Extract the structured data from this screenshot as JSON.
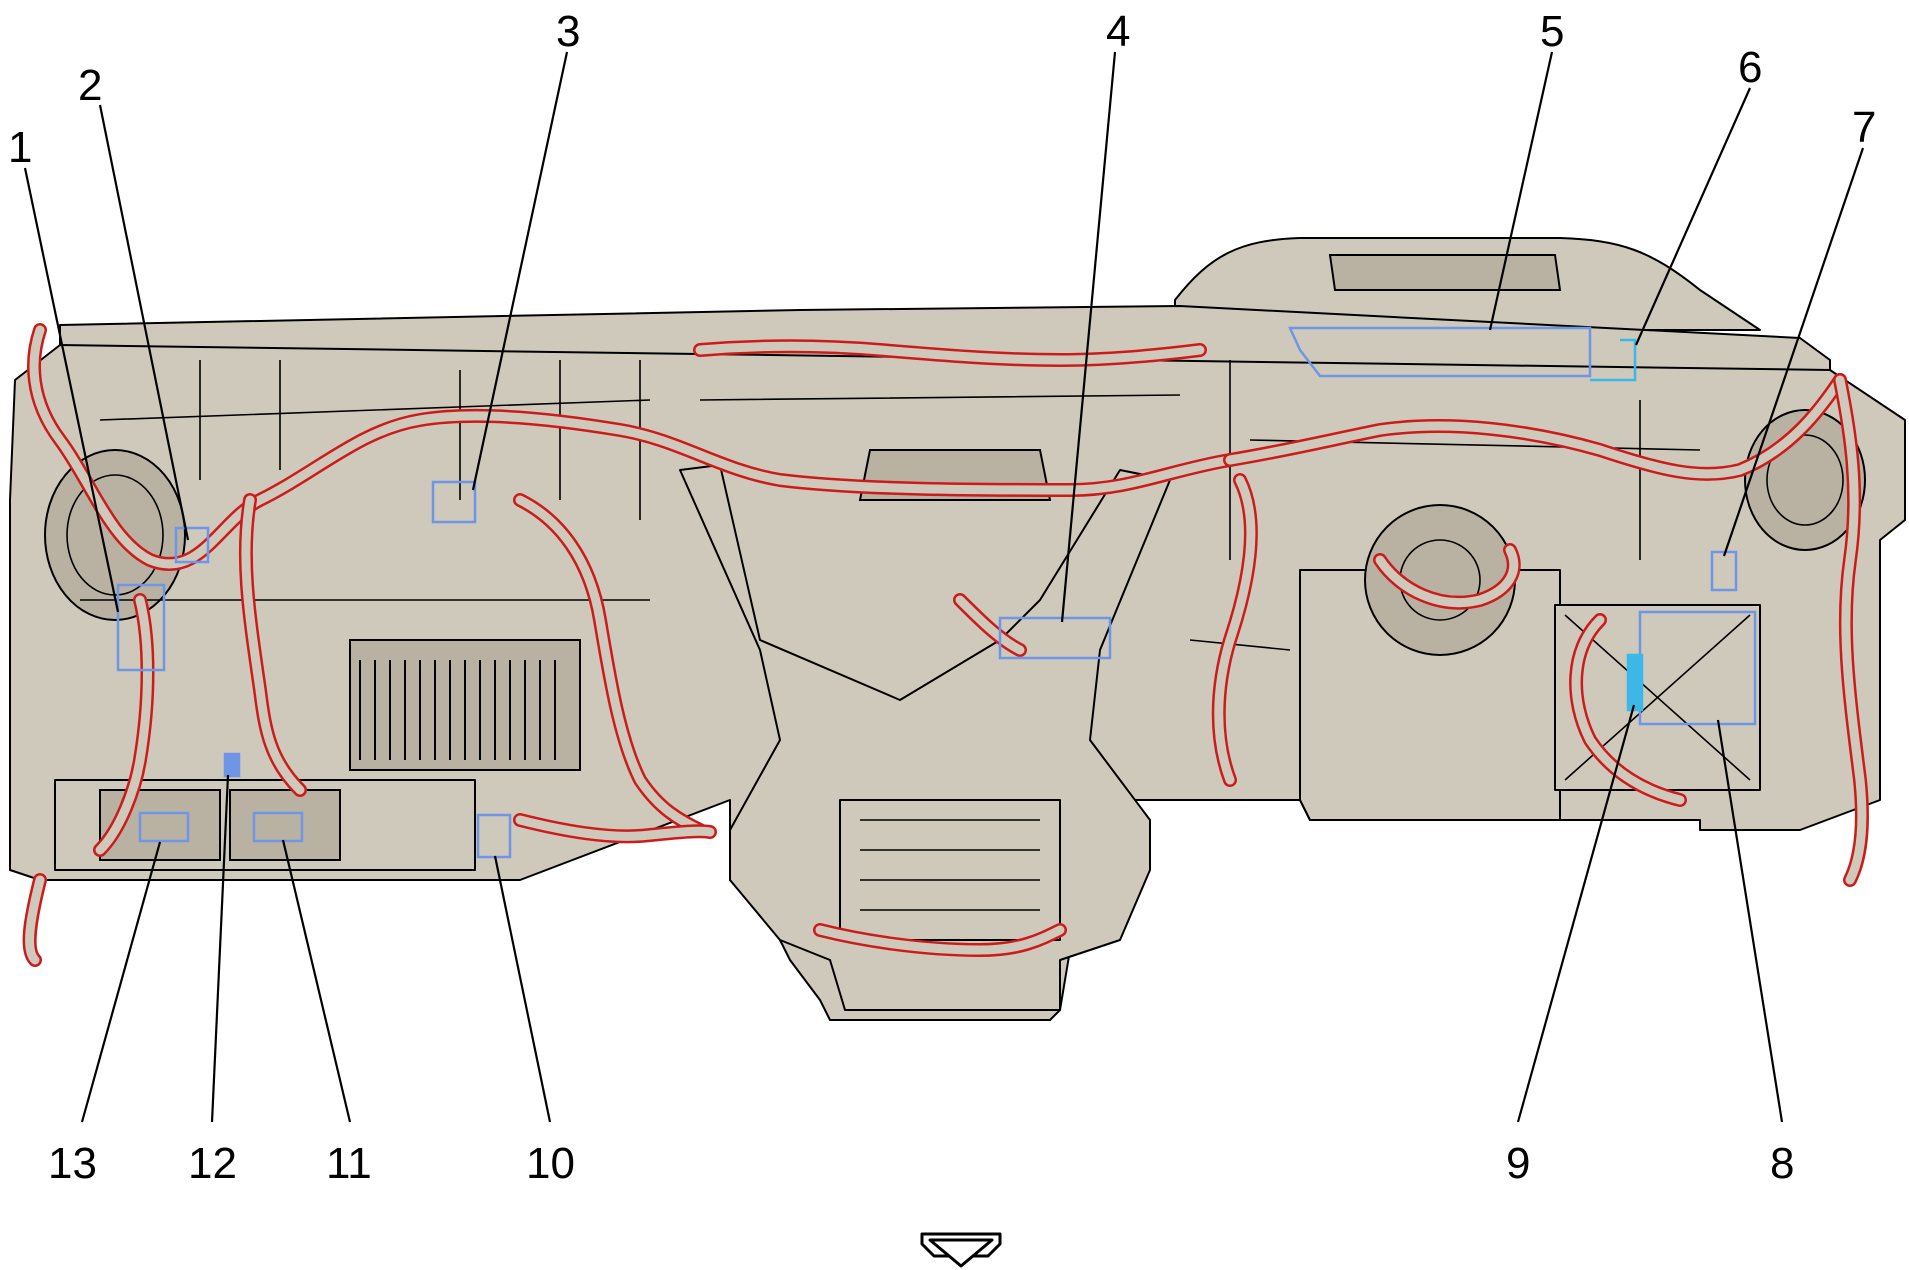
{
  "colors": {
    "harness": "#cc1b1b",
    "harness_inner": "#cfc9bb",
    "module_highlight": "#6e95e6",
    "module_accent": "#3cb8e8",
    "panel": "#cfc9bb",
    "outline": "#000000"
  },
  "callouts": [
    {
      "id": 1,
      "label": "1"
    },
    {
      "id": 2,
      "label": "2"
    },
    {
      "id": 3,
      "label": "3"
    },
    {
      "id": 4,
      "label": "4"
    },
    {
      "id": 5,
      "label": "5"
    },
    {
      "id": 6,
      "label": "6"
    },
    {
      "id": 7,
      "label": "7"
    },
    {
      "id": 8,
      "label": "8"
    },
    {
      "id": 9,
      "label": "9"
    },
    {
      "id": 10,
      "label": "10"
    },
    {
      "id": 11,
      "label": "11"
    },
    {
      "id": 12,
      "label": "12"
    },
    {
      "id": 13,
      "label": "13"
    }
  ],
  "direction_icon": "forward-arrow-icon"
}
